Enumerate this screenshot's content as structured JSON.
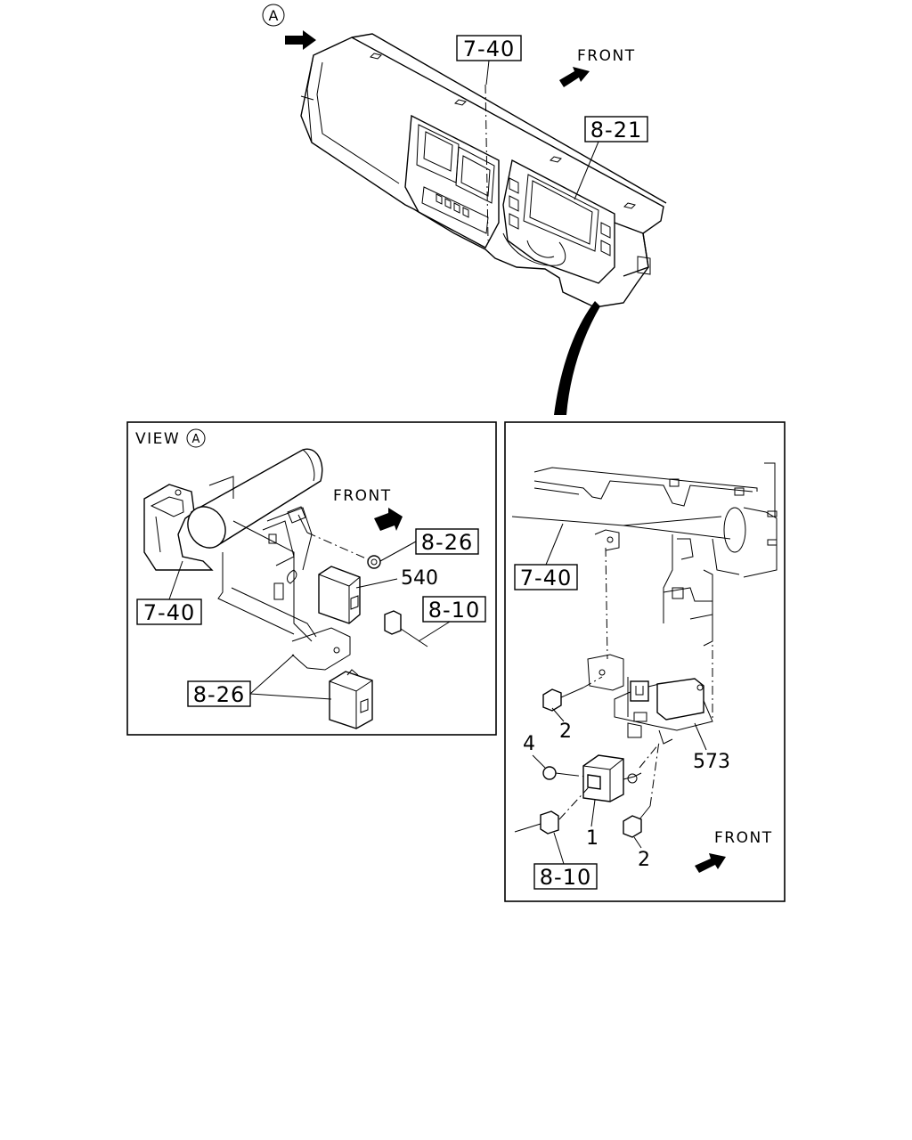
{
  "view_marker": "A",
  "top": {
    "ref_main": "7-40",
    "ref_meter": "8-21",
    "front": "FRONT"
  },
  "left_panel": {
    "title": "VIEW",
    "title_marker": "A",
    "ref_frame": "7-40",
    "ref_nut": "8-26",
    "part_540": "540",
    "ref_harness": "8-10",
    "ref_relay": "8-26",
    "front": "FRONT"
  },
  "right_panel": {
    "ref_frame": "7-40",
    "part_573": "573",
    "bolt_upper": "2",
    "screw": "4",
    "unit": "1",
    "bolt_lower": "2",
    "ref_harness": "8-10",
    "front": "FRONT"
  }
}
